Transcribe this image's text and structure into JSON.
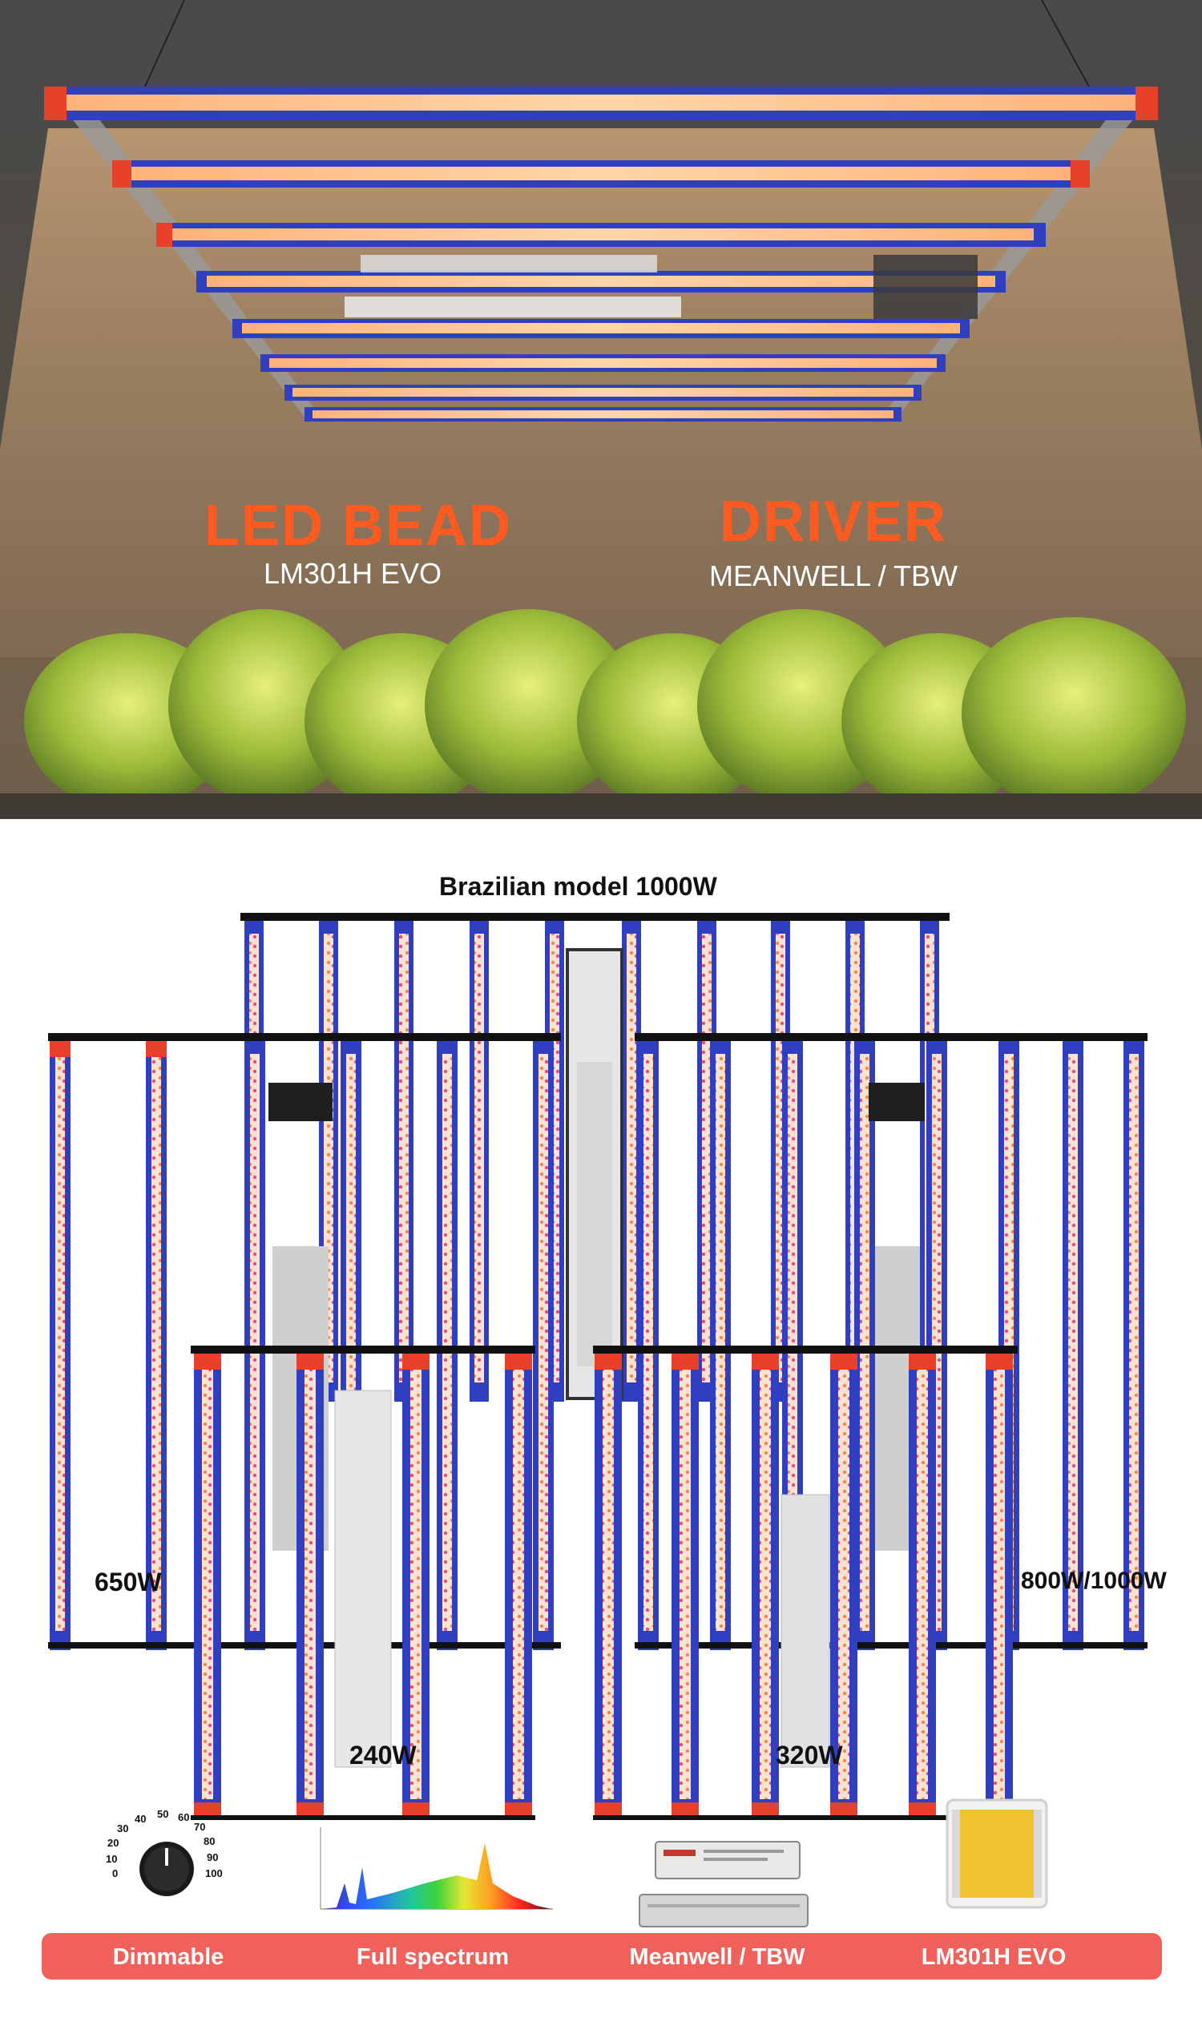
{
  "hero": {
    "led_bead_title": "LED BEAD",
    "led_bead_model": "LM301H EVO",
    "driver_title": "DRIVER",
    "driver_brands": "MEANWELL / TBW"
  },
  "models": {
    "brazilian_title": "Brazilian model 1000W",
    "label_650": "650W",
    "label_800_1000": "800W/1000W",
    "label_240": "240W",
    "label_320": "320W"
  },
  "dial": {
    "ticks": [
      "0",
      "10",
      "20",
      "30",
      "40",
      "50",
      "60",
      "70",
      "80",
      "90",
      "100"
    ]
  },
  "features": {
    "items": [
      {
        "label": "Dimmable",
        "icon": "dimmer-knob-icon"
      },
      {
        "label": "Full spectrum",
        "icon": "spectrum-graph-icon"
      },
      {
        "label": "Meanwell / TBW",
        "icon": "driver-icon"
      },
      {
        "label": "LM301H EVO",
        "icon": "led-chip-icon"
      }
    ]
  },
  "colors": {
    "accent": "#ff5a1f",
    "bar": "#f0615c",
    "frame_blue": "#2f3fbf",
    "frame_red": "#e8402a"
  }
}
